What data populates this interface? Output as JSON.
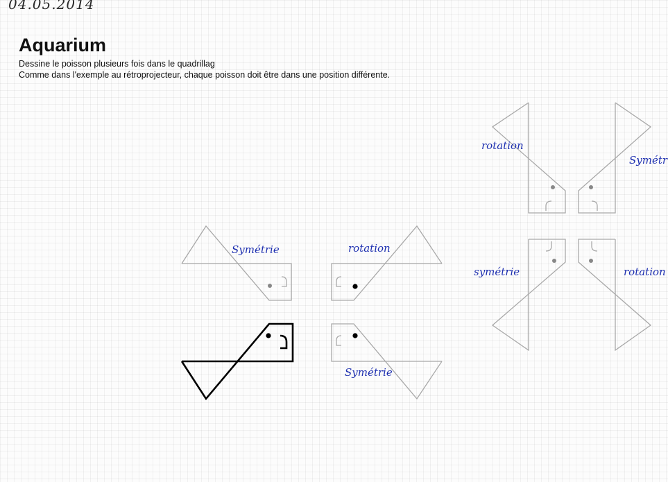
{
  "header": {
    "date": "04.05.2014"
  },
  "worksheet": {
    "title": "Aquarium",
    "instructions": [
      "Dessine le poisson plusieurs fois dans le quadrillag",
      "Comme dans l'exemple au rétroprojecteur, chaque poisson doit être dans une position différente."
    ]
  },
  "annotations": {
    "symetrie_1": "Symétrie",
    "rotation_1": "rotation",
    "symetrie_2": "Symétrie",
    "rotation_2": "rotation",
    "symetrie_3": "Symétr",
    "symetrie_4": "symétrie",
    "rotation_3": "rotation"
  },
  "colors": {
    "ink": "#1d2fb0",
    "pencil": "#a8a8a8",
    "model": "#000000"
  }
}
